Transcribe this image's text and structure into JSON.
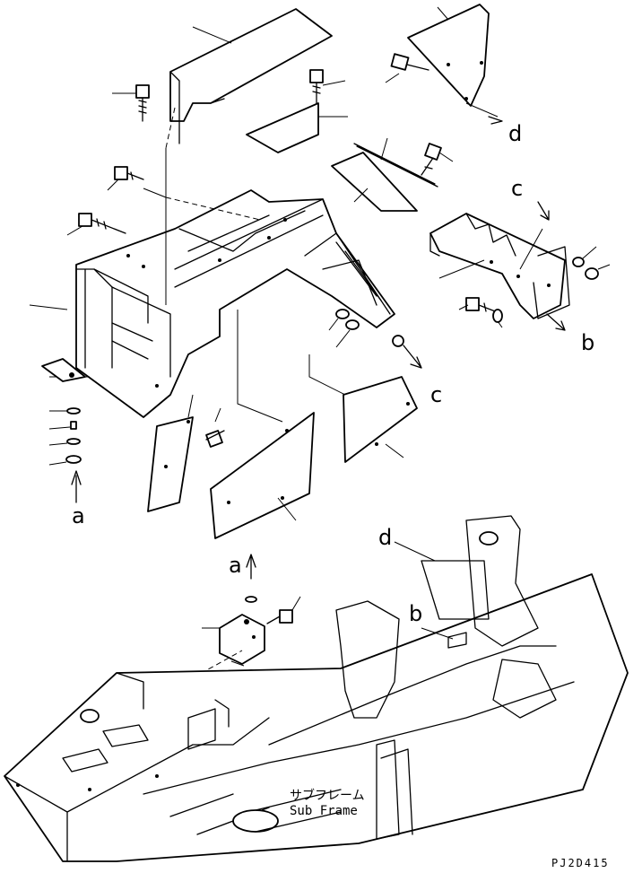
{
  "callouts": {
    "a_upper": "a",
    "a_lower": "a",
    "b_right": "b",
    "b_lower": "b",
    "c_right": "c",
    "c_top": "c",
    "d_top": "d",
    "d_lower": "d"
  },
  "subframe": {
    "jp": "サブフレーム",
    "en": "Sub Frame"
  },
  "drawing_code": "PJ2D415"
}
